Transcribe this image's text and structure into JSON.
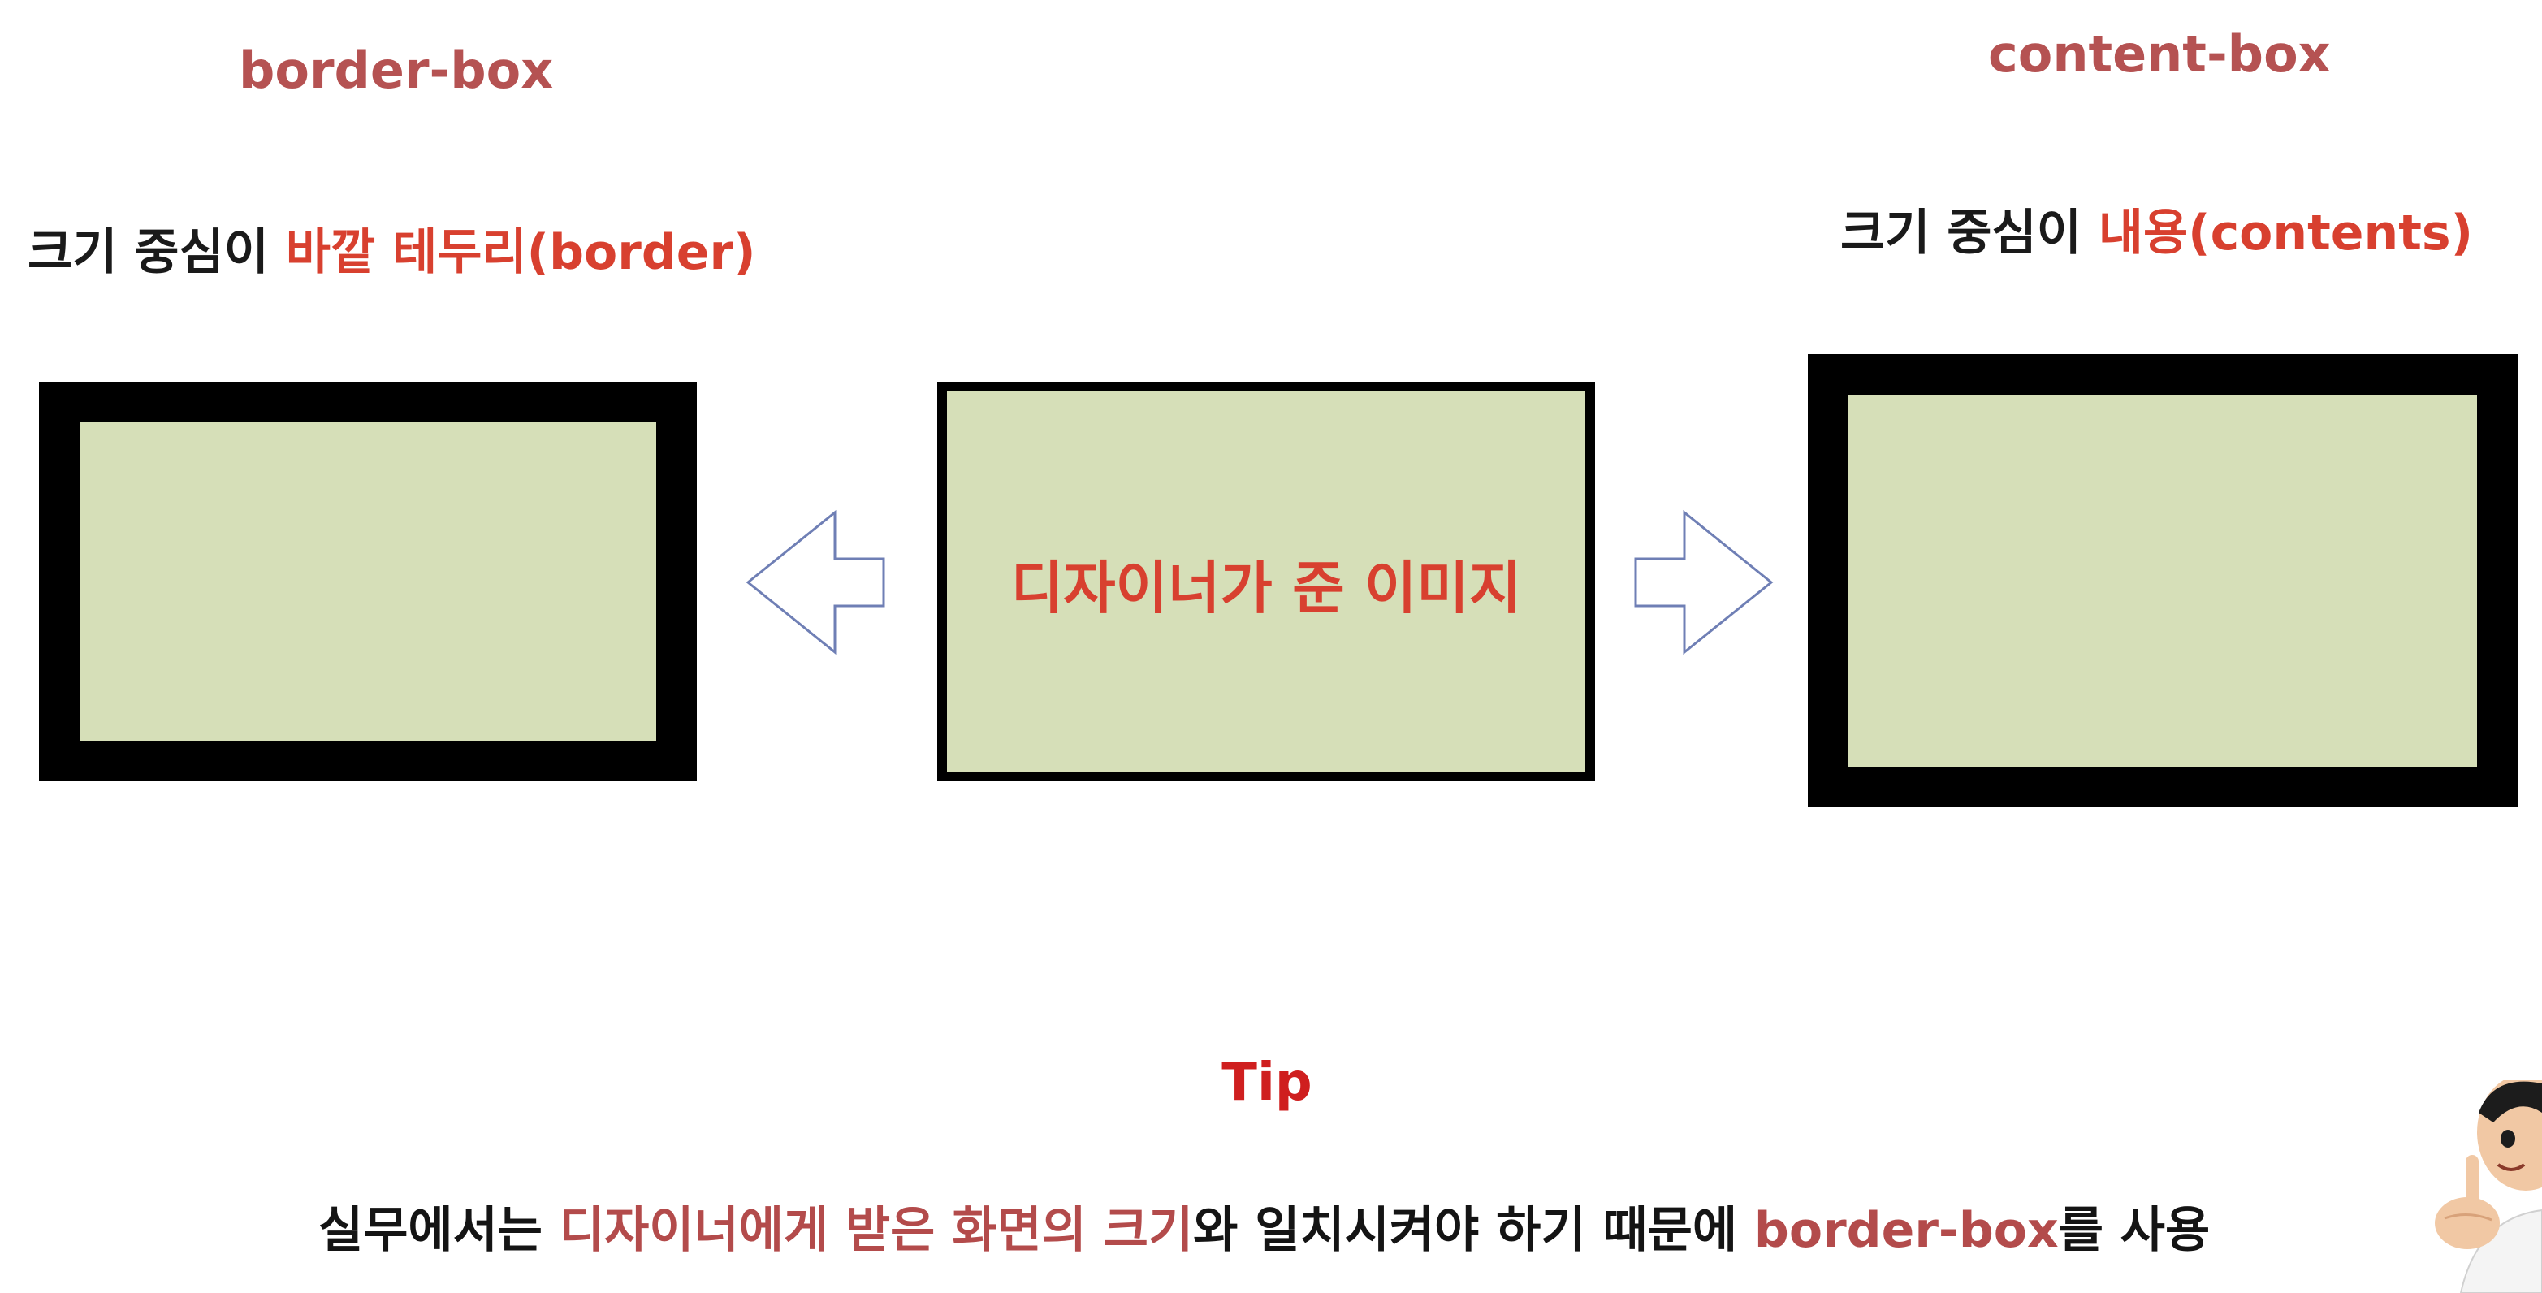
{
  "left": {
    "title": "border-box",
    "subtitle_plain": "크기 중심이 ",
    "subtitle_accent": "바깥 테두리(border)"
  },
  "right": {
    "title": "content-box",
    "subtitle_plain": "크기 중심이 ",
    "subtitle_accent": "내용(contents)"
  },
  "center": {
    "label": "디자이너가 준 이미지"
  },
  "tip": {
    "title": "Tip",
    "segments": [
      "실무에서는 ",
      "디자이너에게 받은 화면의 크기",
      "와 일치시켜야 하기 때문에 ",
      "border-box",
      "를 사용"
    ]
  },
  "colors": {
    "box_fill": "#d6dfb8",
    "border": "#000000",
    "heading": "#b55252",
    "accent": "#d8402f",
    "tip": "#cf1f1f"
  },
  "icons": {
    "left_arrow": "arrow-left-outline-icon",
    "right_arrow": "arrow-right-outline-icon",
    "presenter": "presenter-avatar-pointing-icon"
  }
}
